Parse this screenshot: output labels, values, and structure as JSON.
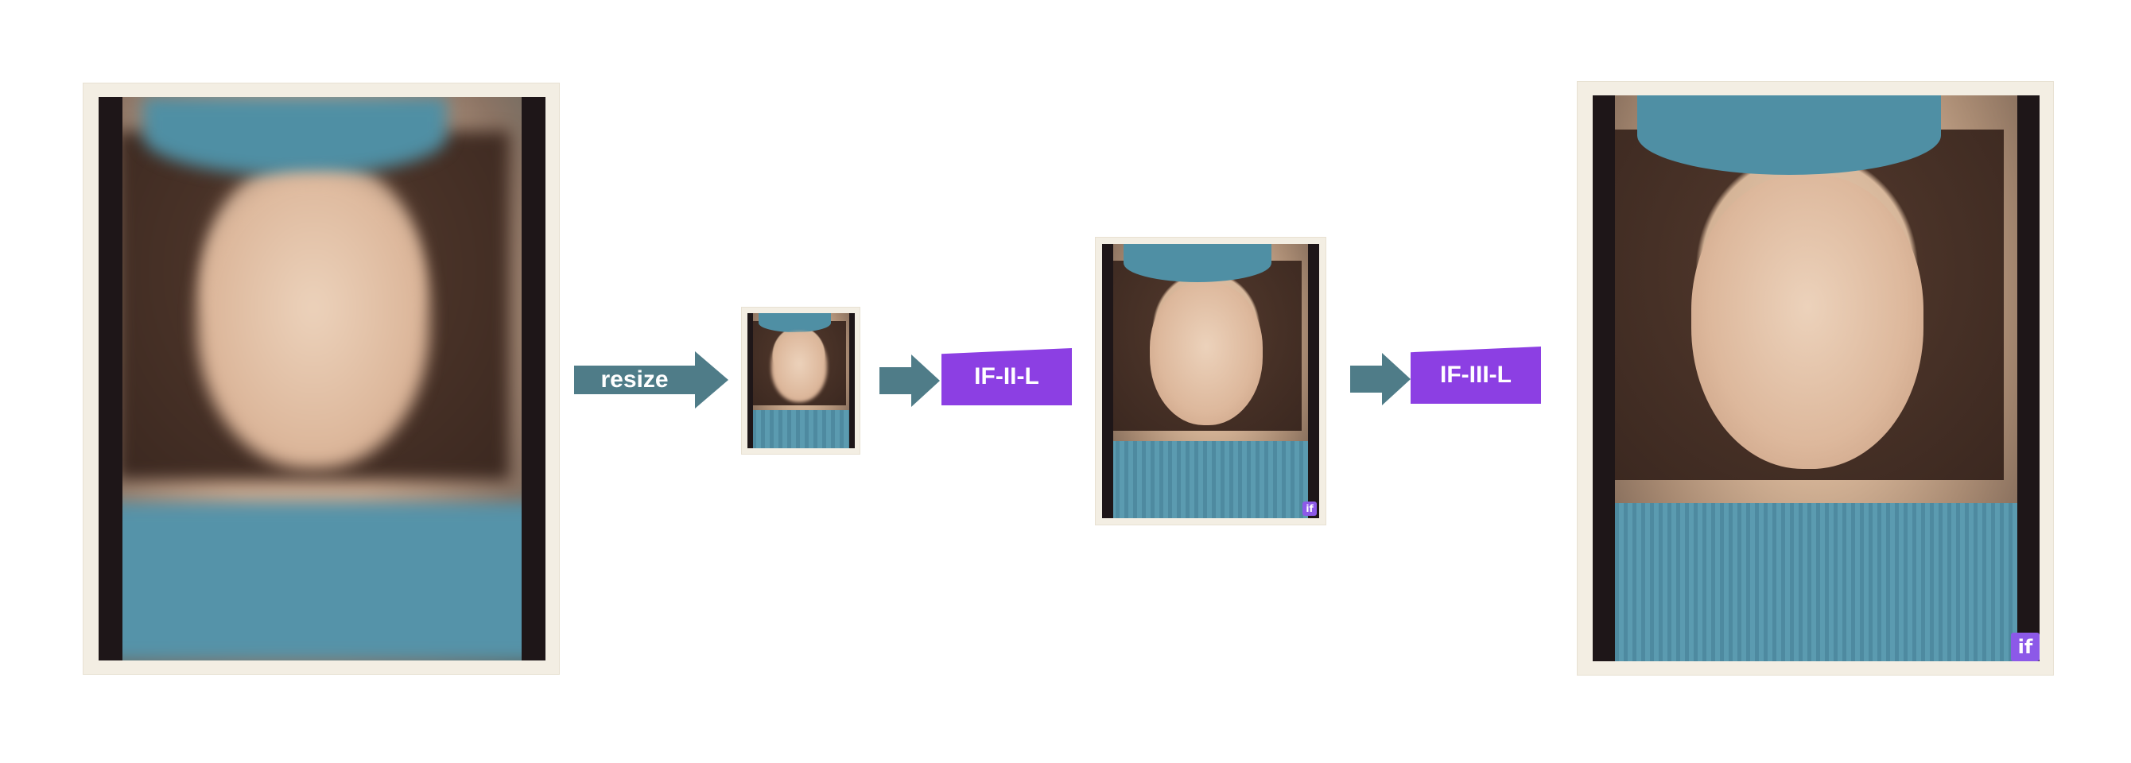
{
  "pipeline": {
    "steps": {
      "resize_label": "resize",
      "stage2_label": "IF-II-L",
      "stage3_label": "IF-III-L"
    },
    "watermark_text": "if",
    "colors": {
      "arrow": "#4f7c88",
      "model_box": "#8c3fe3",
      "photo_border": "#f3eee3"
    },
    "icons": [
      "arrow-right-icon",
      "if-logo-icon"
    ]
  }
}
